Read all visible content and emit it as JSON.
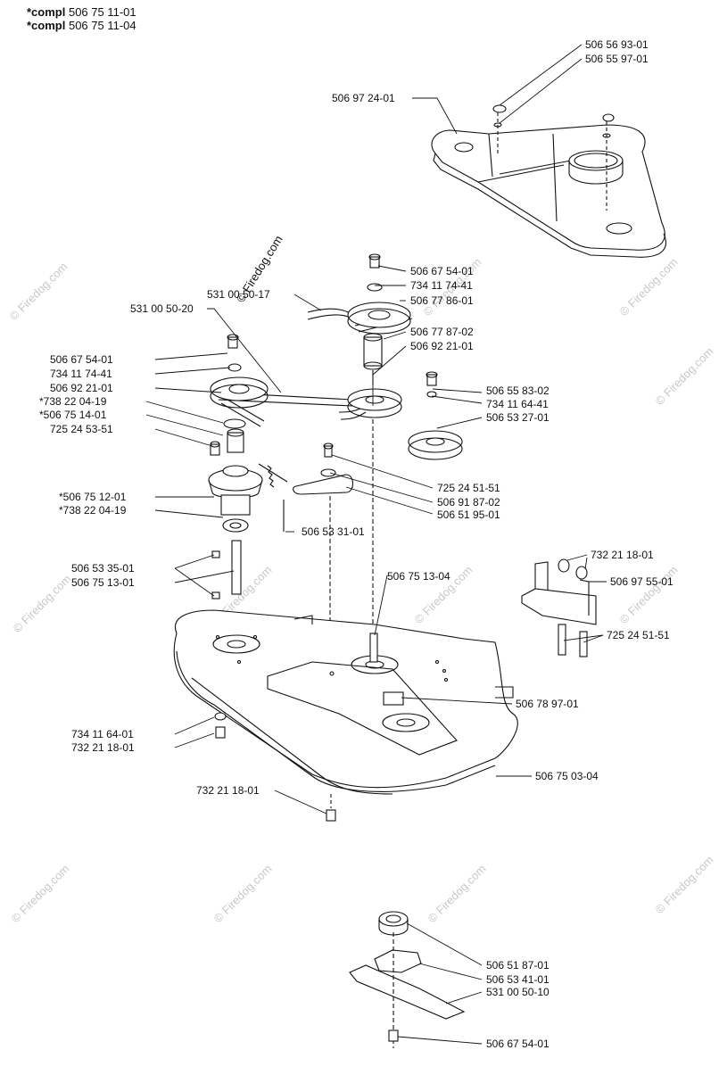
{
  "header": [
    {
      "prefix": "*compl",
      "number": "506 75 11-01"
    },
    {
      "prefix": "*compl",
      "number": "506 75 11-04"
    }
  ],
  "watermark": "© Firedog.com",
  "callouts": {
    "c_50656931": "506 56 93-01",
    "c_50655971": "506 55 97-01",
    "c_50697241": "506 97 24-01",
    "c_50667541a": "506 67 54-01",
    "c_73411741a": "734 11 74-41",
    "c_53100517": "531 00 50-17",
    "c_50677861": "506 77 86-01",
    "c_53100520": "531 00 50-20",
    "c_50677872": "506 77 87-02",
    "c_50692211a": "506 92 21-01",
    "c_50667541b": "506 67 54-01",
    "c_73411741b": "734 11 74-41",
    "c_50692211b": "506 92 21-01",
    "c_73822419a": "*738 22 04-19",
    "c_50675141": "*506 75 14-01",
    "c_72524535": "725 24 53-51",
    "c_50655832": "506 55 83-02",
    "c_73411641a": "734 11 64-41",
    "c_50653271": "506 53 27-01",
    "c_72524515a": "725 24 51-51",
    "c_50691872": "506 91 87-02",
    "c_50651951": "506 51 95-01",
    "c_50675121": "*506 75 12-01",
    "c_73822419b": "*738 22 04-19",
    "c_50653311": "506 53 31-01",
    "c_73221181a": "732 21 18-01",
    "c_50697551": "506 97 55-01",
    "c_72524515b": "725 24 51-51",
    "c_50653351": "506 53 35-01",
    "c_50675131": "506 75 13-01",
    "c_50675134": "506 75 13-04",
    "c_50678971": "506 78 97-01",
    "c_73411641b": "734 11 64-01",
    "c_73221181b": "732 21 18-01",
    "c_50675034": "506 75 03-04",
    "c_73221181c": "732 21 18-01",
    "c_50651871": "506 51 87-01",
    "c_50653411": "506 53 41-01",
    "c_53100510": "531 00 50-10",
    "c_50667541c": "506 67 54-01"
  },
  "colors": {
    "ink": "#111111",
    "paper": "#ffffff",
    "watermark": "#c8c8c8",
    "shade": "#e6e6e6"
  }
}
